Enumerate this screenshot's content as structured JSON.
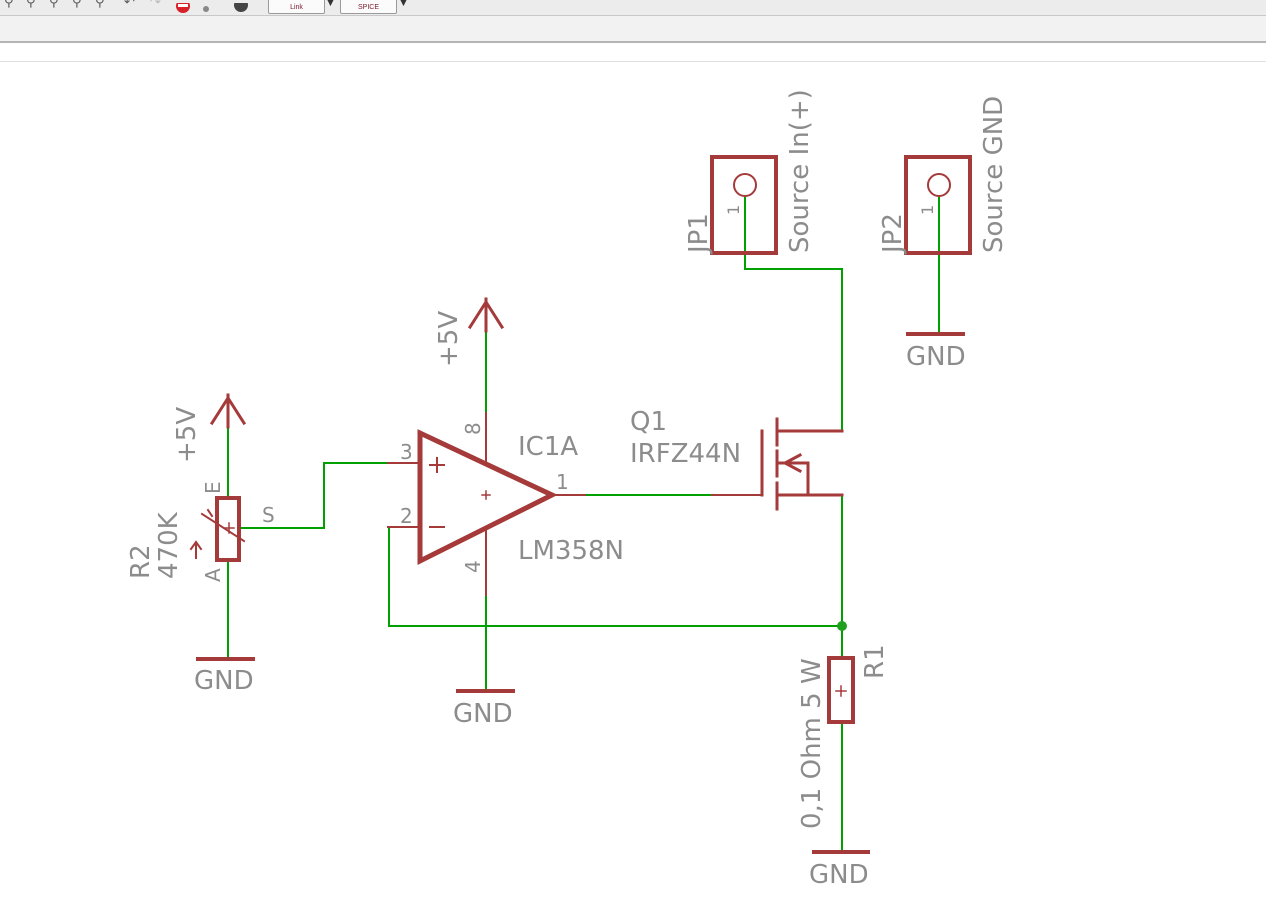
{
  "toolbar": {
    "icons": [
      "zoom-fit-icon",
      "zoom-in-icon",
      "zoom-out-icon",
      "zoom-select-icon",
      "redraw-icon",
      "undo-icon",
      "redo-icon",
      "stop-icon",
      "dot-icon",
      "help-icon"
    ],
    "fusion_button_label": "Link",
    "spice_button_label": "SPICE"
  },
  "schematic": {
    "colors": {
      "wire": "#00a000",
      "symbol": "#a53a3a",
      "text": "#8c8c8c",
      "junction": "#1fa01f"
    },
    "jp1": {
      "name": "JP1",
      "value": "Source In(+)",
      "pin": "1"
    },
    "jp2": {
      "name": "JP2",
      "value": "Source GND",
      "pin": "1"
    },
    "ic1": {
      "name": "IC1A",
      "value": "LM358N",
      "pin_plus": "3",
      "pin_minus": "2",
      "pin_out": "1",
      "pin_vcc": "8",
      "pin_gnd": "4"
    },
    "q1": {
      "name": "Q1",
      "value": "IRFZ44N"
    },
    "r1": {
      "name": "R1",
      "value": "0,1 Ohm 5 W"
    },
    "r2": {
      "name": "R2",
      "value": "470K",
      "pin_e": "E",
      "pin_a": "A",
      "pin_s": "S"
    },
    "supply_5v": "+5V",
    "gnd": "GND"
  }
}
